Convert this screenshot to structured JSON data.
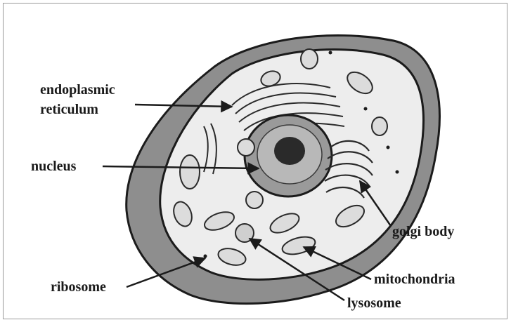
{
  "labels": {
    "endoplasmic_line1": "endoplasmic",
    "endoplasmic_line2": "reticulum",
    "nucleus": "nucleus",
    "ribosome": "ribosome",
    "golgi": "golgi body",
    "mitochondria": "mitochondria",
    "lysosome": "lysosome"
  },
  "colors": {
    "outline": "#1b1b1b",
    "cell_wall_fill": "#8e8e8e",
    "cytoplasm": "#ededed",
    "nucleus_fill": "#9a9a9a",
    "nucleolus": "#2a2a2a",
    "organelle_fill": "#dcdcdc"
  }
}
